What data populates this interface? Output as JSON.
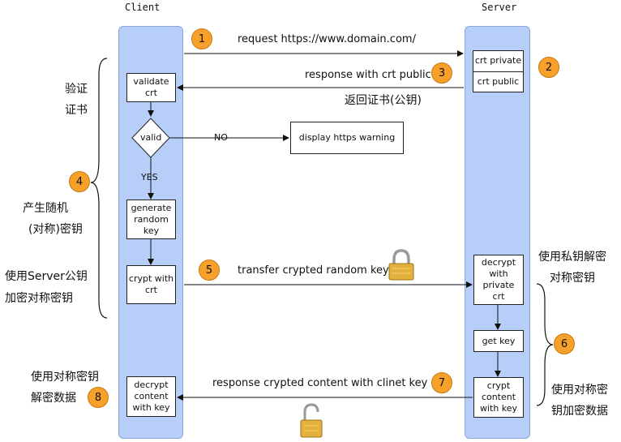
{
  "lanes": {
    "client": "Client",
    "server": "Server"
  },
  "steps": [
    "1",
    "2",
    "3",
    "4",
    "5",
    "6",
    "7",
    "8"
  ],
  "messages": {
    "m1": "request https://www.domain.com/",
    "m3": "response with crt public",
    "m3_cn": "返回证书(公钥)",
    "m5": "transfer crypted random key",
    "m7": "response crypted content with clinet key",
    "no": "NO",
    "yes": "YES"
  },
  "client_boxes": {
    "validate": "validate\ncrt",
    "valid": "valid",
    "generate": "generate\nrandom\nkey",
    "crypt": "crypt with\ncrt",
    "decrypt": "decrypt\ncontent\nwith key"
  },
  "server_boxes": {
    "crt_private": "crt private",
    "crt_public": "crt public",
    "decrypt": "decrypt\nwith\nprivate\ncrt",
    "get_key": "get key",
    "crypt": "crypt\ncontent\nwith key"
  },
  "warning_box": "display https warning",
  "notes": {
    "verify_1": "验证",
    "verify_2": "证书",
    "random_1": "产生随机",
    "random_2": "(对称)密钥",
    "pubkey_1": "使用Server公钥",
    "pubkey_2": "加密对称密钥",
    "sym_dec_1": "使用对称密钥",
    "sym_dec_2": "解密数据",
    "priv_1": "使用私钥解密",
    "priv_2": "对称密钥",
    "sym_enc_1": "使用对称密",
    "sym_enc_2": "钥加密数据"
  },
  "colors": {
    "lane": "#b7cef8",
    "badge": "#f7a12b"
  },
  "icons": [
    "lock-closed-icon",
    "lock-open-icon"
  ]
}
